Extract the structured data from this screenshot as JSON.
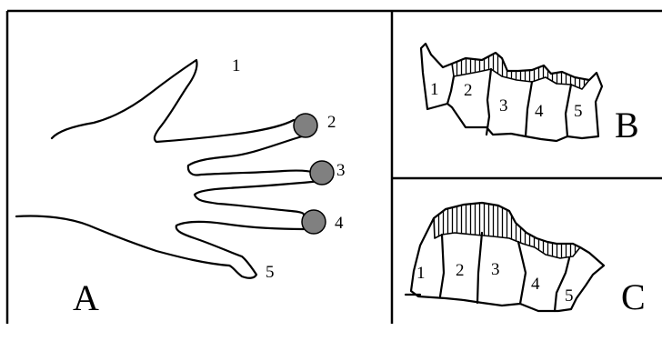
{
  "panels": {
    "a": {
      "label": "A",
      "finger_labels": [
        "1",
        "2",
        "3",
        "4",
        "5"
      ]
    },
    "b": {
      "label": "B",
      "segment_labels": [
        "1",
        "2",
        "3",
        "4",
        "5"
      ]
    },
    "c": {
      "label": "C",
      "segment_labels": [
        "1",
        "2",
        "3",
        "4",
        "5"
      ]
    }
  },
  "colors": {
    "ink": "#000000",
    "contact_dot": "#808080",
    "background": "#ffffff"
  }
}
